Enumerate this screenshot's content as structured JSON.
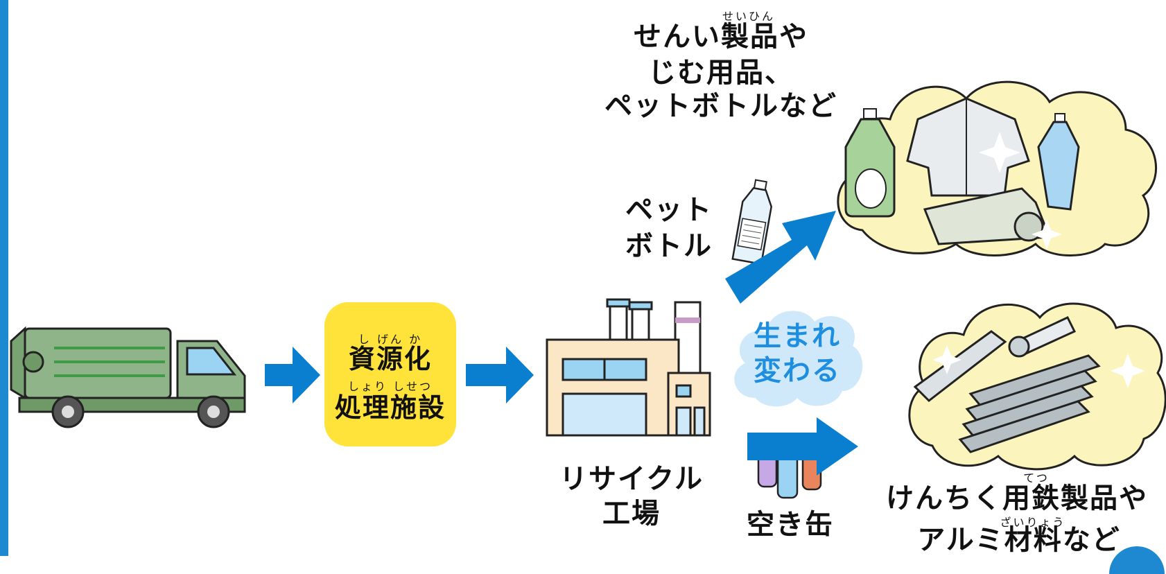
{
  "colors": {
    "arrow": "#0a7fd0",
    "facility_box": "#ffe33a",
    "reborn_cloud": "#cfe9fb",
    "reborn_text": "#1e8fe0",
    "product_cloud": "#fbf4bd"
  },
  "facility": {
    "ruby_top": "し げん か",
    "line1": "資源化",
    "ruby_bottom": "しょり しせつ",
    "line2": "処理施設"
  },
  "factory": {
    "label_line1": "リサイクル",
    "label_line2": "工場"
  },
  "pet": {
    "label_line1": "ペット",
    "label_line2": "ボトル"
  },
  "can": {
    "label": "空き缶"
  },
  "reborn": {
    "line1": "生まれ",
    "line2": "変わる"
  },
  "product_top": {
    "ruby": "せいひん",
    "line1": "せんい製品や",
    "line2": "じむ用品、",
    "line3": "ペットボトルなど"
  },
  "product_bottom": {
    "ruby_top": "てつ",
    "line1": "けんちく用鉄製品や",
    "ruby_bottom": "ざいりょう",
    "line2": "アルミ材料など"
  }
}
